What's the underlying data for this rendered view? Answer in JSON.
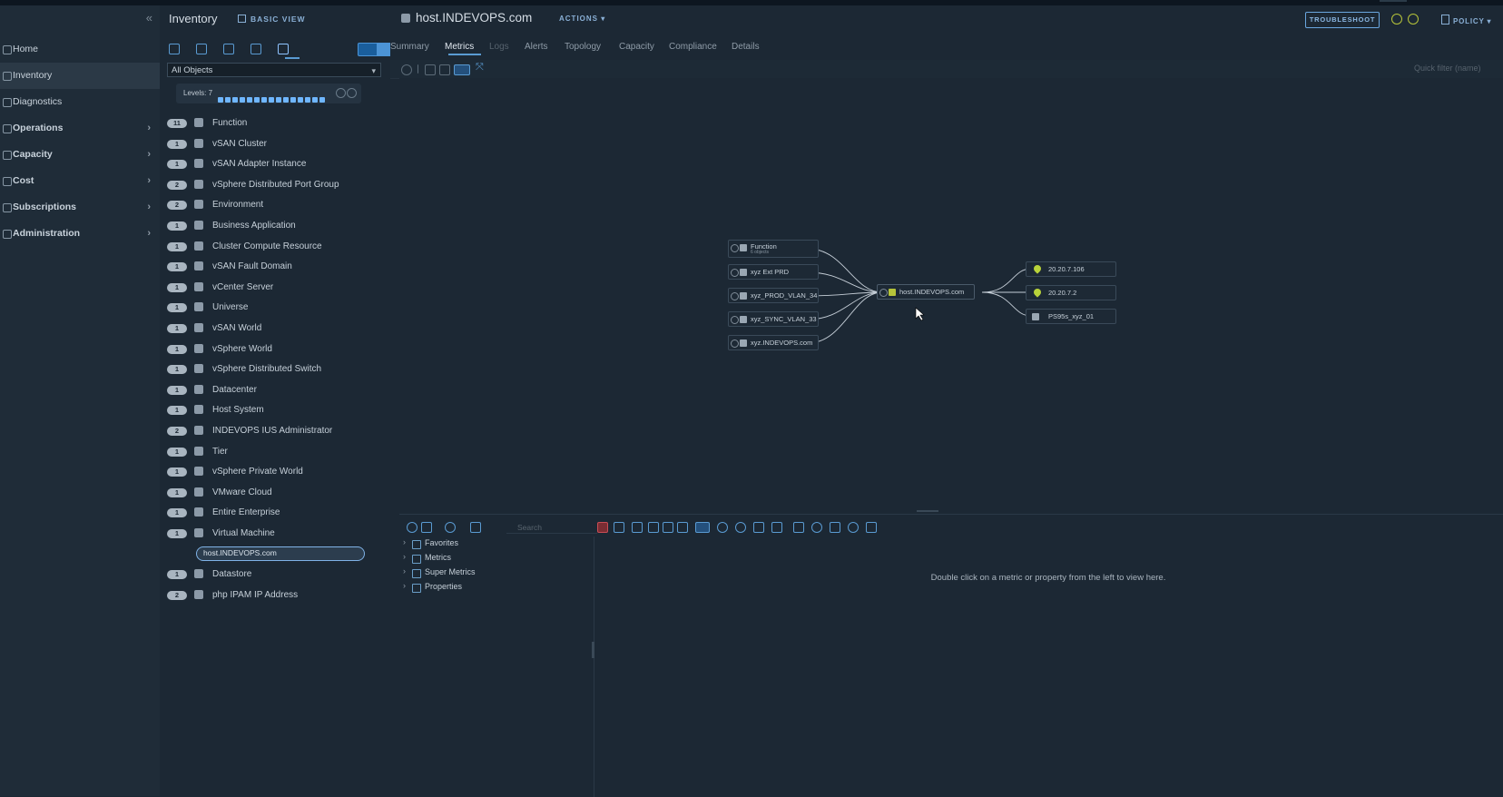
{
  "nav": {
    "items": [
      {
        "label": "Home",
        "icon": "home-icon",
        "chevron": false
      },
      {
        "label": "Inventory",
        "icon": "inventory-icon",
        "chevron": false,
        "active": true
      },
      {
        "label": "Diagnostics",
        "icon": "diagnostics-icon",
        "chevron": false
      },
      {
        "label": "Operations",
        "icon": "operations-icon",
        "chevron": true
      },
      {
        "label": "Capacity",
        "icon": "capacity-icon",
        "chevron": true
      },
      {
        "label": "Cost",
        "icon": "cost-icon",
        "chevron": true
      },
      {
        "label": "Subscriptions",
        "icon": "subscriptions-icon",
        "chevron": true
      },
      {
        "label": "Administration",
        "icon": "administration-icon",
        "chevron": true
      }
    ]
  },
  "inventory": {
    "title": "Inventory",
    "view_mode": "BASIC VIEW",
    "filter_value": "All Objects",
    "levels_label": "Levels: 7",
    "objects": [
      {
        "count": "11",
        "label": "Function"
      },
      {
        "count": "1",
        "label": "vSAN Cluster"
      },
      {
        "count": "1",
        "label": "vSAN Adapter Instance"
      },
      {
        "count": "2",
        "label": "vSphere Distributed Port Group"
      },
      {
        "count": "2",
        "label": "Environment"
      },
      {
        "count": "1",
        "label": "Business Application"
      },
      {
        "count": "1",
        "label": "Cluster Compute Resource"
      },
      {
        "count": "1",
        "label": "vSAN Fault Domain"
      },
      {
        "count": "1",
        "label": "vCenter Server"
      },
      {
        "count": "1",
        "label": "Universe"
      },
      {
        "count": "1",
        "label": "vSAN World"
      },
      {
        "count": "1",
        "label": "vSphere World"
      },
      {
        "count": "1",
        "label": "vSphere Distributed Switch"
      },
      {
        "count": "1",
        "label": "Datacenter"
      },
      {
        "count": "1",
        "label": "Host System"
      },
      {
        "count": "2",
        "label": "INDEVOPS IUS Administrator"
      },
      {
        "count": "1",
        "label": "Tier"
      },
      {
        "count": "1",
        "label": "vSphere Private World"
      },
      {
        "count": "1",
        "label": "VMware Cloud"
      },
      {
        "count": "1",
        "label": "Entire Enterprise"
      },
      {
        "count": "1",
        "label": "Virtual Machine"
      }
    ],
    "selected_object": "host.INDEVOPS.com",
    "objects_after": [
      {
        "count": "1",
        "label": "Datastore"
      },
      {
        "count": "2",
        "label": "php IPAM IP Address"
      }
    ]
  },
  "header": {
    "title": "host.INDEVOPS.com",
    "actions_label": "ACTIONS",
    "troubleshoot_label": "TROUBLESHOOT",
    "policy_label": "POLICY"
  },
  "tabs": [
    {
      "label": "Summary",
      "state": "normal"
    },
    {
      "label": "Metrics",
      "state": "active"
    },
    {
      "label": "Logs",
      "state": "dim"
    },
    {
      "label": "Alerts",
      "state": "normal"
    },
    {
      "label": "Topology",
      "state": "normal"
    },
    {
      "label": "Capacity",
      "state": "normal"
    },
    {
      "label": "Compliance",
      "state": "normal"
    },
    {
      "label": "Details",
      "state": "normal"
    }
  ],
  "graph": {
    "quick_filter_placeholder": "Quick filter (name)",
    "left_nodes": [
      {
        "label": "Function",
        "sublabel": "6 objects"
      },
      {
        "label": "xyz Ext PRD",
        "sublabel": ""
      },
      {
        "label": "xyz_PROD_VLAN_34",
        "sublabel": ""
      },
      {
        "label": "xyz_SYNC_VLAN_33",
        "sublabel": ""
      },
      {
        "label": "xyz.INDEVOPS.com",
        "sublabel": ""
      }
    ],
    "center_node": "host.INDEVOPS.com",
    "right_nodes": [
      {
        "label": "20.20.7.106",
        "type": "ip"
      },
      {
        "label": "20.20.7.2",
        "type": "ip"
      },
      {
        "label": "PS95s_xyz_01",
        "type": "datastore"
      }
    ]
  },
  "metrics": {
    "search_placeholder": "Search",
    "tree": [
      {
        "label": "Favorites"
      },
      {
        "label": "Metrics"
      },
      {
        "label": "Super Metrics"
      },
      {
        "label": "Properties"
      }
    ],
    "hint": "Double click on a metric or property from the left to view here."
  }
}
